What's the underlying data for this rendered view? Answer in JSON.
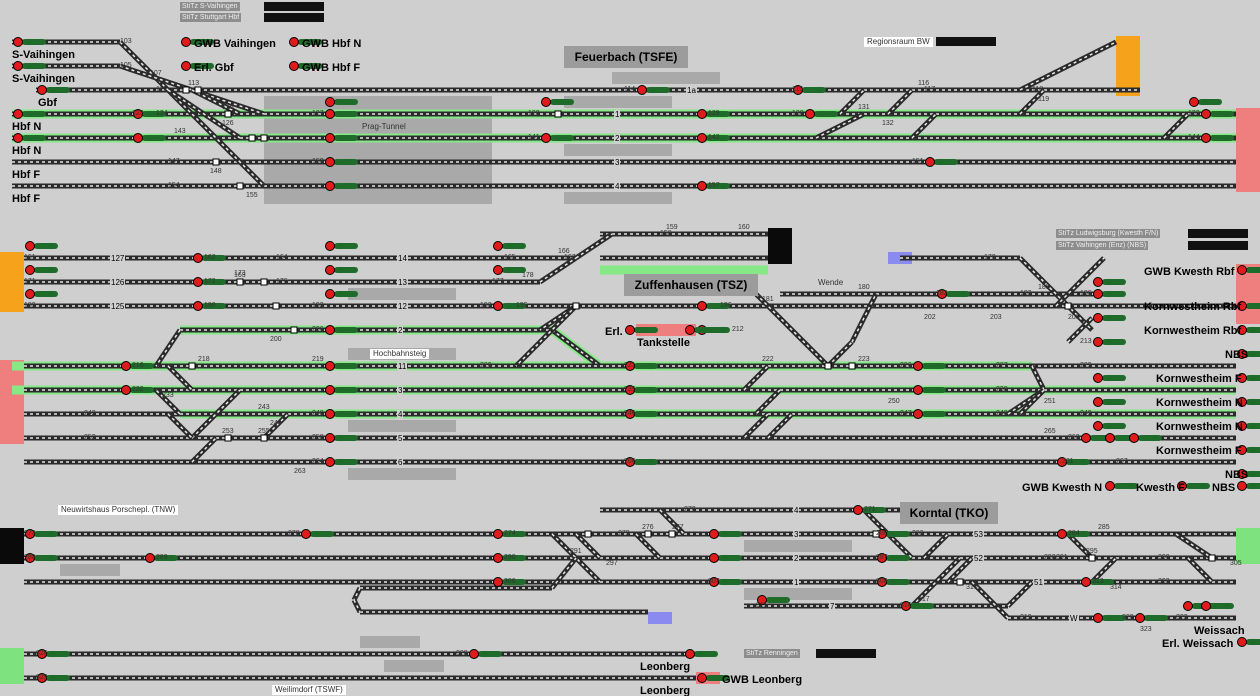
{
  "stations": {
    "feuerbach": "Feuerbach (TSFE)",
    "zuffenhausen": "Zuffenhausen (TSZ)",
    "korntal": "Korntal (TKO)"
  },
  "panels": {
    "stitz_svaihingen": "StiTz S-Vaihingen",
    "stitz_stuttgart": "StiTz Stuttgart Hbf",
    "regionsraum": "Regionsraum BW",
    "stitz_ludwigsburg": "StiTz Ludwigsburg (Kwesth F/N)",
    "stitz_vaihingen_enz": "StiTz Vaihingen (Enz) (NBS)",
    "stitz_renningen": "StiTz Renningen"
  },
  "areas": {
    "prag_tunnel": "Prag-Tunnel",
    "hochbahnsteig": "Hochbahnsteig",
    "neuwirtshaus": "Neuwirtshaus Porschepl. (TNW)",
    "weilimdorf": "Weilimdorf (TSWF)",
    "wende": "Wende"
  },
  "destinations": {
    "s_vaihingen_1": "S-Vaihingen",
    "s_vaihingen_2": "S-Vaihingen",
    "gbf": "Gbf",
    "hbf_n_1": "Hbf N",
    "hbf_n_2": "Hbf N",
    "hbf_f_1": "Hbf F",
    "hbf_f_2": "Hbf F",
    "gwb_vaihingen": "GWB Vaihingen",
    "erl_gbf": "Erl. Gbf",
    "gwb_hbf_n": "GWB Hbf N",
    "gwb_hbf_f": "GWB Hbf F",
    "gwb_kwesth_rbf": "GWB Kwesth Rbf",
    "kornwestheim_rbf_1": "Kornwestheim Rbf",
    "kornwestheim_rbf_2": "Kornwestheim Rbf",
    "nbs_1": "NBS",
    "kornwestheim_f_1": "Kornwestheim F",
    "kornwestheim_n_1": "Kornwestheim N",
    "kornwestheim_n_2": "Kornwestheim N",
    "kornwestheim_f_2": "Kornwestheim F",
    "nbs_2": "NBS",
    "gwb_kwesth_n": "GWB Kwesth N",
    "kwesth_f": "Kwesth F",
    "nbs_3": "NBS",
    "erl_tankstelle_a": "Erl.",
    "erl_tankstelle_b": "Tankstelle",
    "leonberg_1": "Leonberg",
    "leonberg_2": "Leonberg",
    "gwb_leonberg": "GWB Leonberg",
    "weissach": "Weissach",
    "erl_weissach": "Erl. Weissach"
  },
  "track_numbers": {
    "t1a": "1a",
    "t1": "1",
    "t2": "2",
    "t3": "3",
    "t4": "4",
    "z14": "14",
    "z13": "13",
    "z12": "12",
    "z2": "2",
    "z11": "11",
    "z3": "3",
    "z4": "4",
    "z5": "5",
    "z6": "6",
    "z127": "127",
    "z126": "126",
    "z125": "125",
    "k4": "4",
    "k3": "3",
    "k2": "2",
    "k1": "1",
    "k7": "7",
    "k53": "53",
    "k52": "52",
    "k51": "51",
    "kW": "W"
  },
  "signal_numbers": {
    "s103": "103",
    "s105": "105",
    "s107": "107",
    "s111": "111",
    "s113": "113",
    "s114": "114",
    "s115": "115",
    "s116": "116",
    "s117": "117",
    "s118": "118",
    "s119": "119",
    "s123": "123",
    "s124": "124",
    "s125": "125",
    "s126": "126",
    "s127": "127",
    "s128": "128",
    "s129": "129",
    "s130": "130",
    "s131": "131",
    "s132": "132",
    "s133": "133",
    "s141": "141",
    "s142": "142",
    "s143": "143",
    "s144": "144",
    "s147": "147",
    "s148": "148",
    "s150": "150",
    "s151": "151",
    "s154": "154",
    "s155": "155",
    "s157": "157",
    "s158": "158",
    "s159": "159",
    "s160": "160",
    "s161": "161",
    "s162": "162",
    "s163": "163",
    "s164": "164",
    "s165": "165",
    "s166": "166",
    "s167": "167",
    "s170": "170",
    "s171": "171",
    "s172": "172",
    "s173": "173",
    "s176": "176",
    "s177": "177",
    "s178": "178",
    "s180": "180",
    "s181": "181",
    "s182": "182",
    "s183": "183",
    "s185": "185",
    "s186": "186",
    "s189": "189",
    "s190": "190",
    "s192": "192",
    "s193": "193",
    "s195": "195",
    "s196": "196",
    "s200": "200",
    "s202": "202",
    "s203": "203",
    "s206": "206",
    "s208": "208",
    "s212": "212",
    "s213": "213",
    "s216": "216",
    "s218": "218",
    "s219": "219",
    "s220": "220",
    "s221": "221",
    "s222": "222",
    "s223": "223",
    "s226": "226",
    "s227": "227",
    "s229": "229",
    "s232": "232",
    "s233": "233",
    "s235": "235",
    "s238": "238",
    "s240": "240",
    "s242": "242",
    "s243": "243",
    "s244": "244",
    "s246": "246",
    "s247": "247",
    "s248": "248",
    "s249": "249",
    "s250": "250",
    "s251": "251",
    "s252": "252",
    "s253": "253",
    "s255": "255",
    "s258": "258",
    "s260": "260",
    "s261": "261",
    "s263": "263",
    "s264": "264",
    "s265": "265",
    "s266": "266",
    "s267": "267",
    "s270": "270",
    "s271": "271",
    "s273": "273",
    "s274": "274",
    "s276": "276",
    "s277": "277",
    "s278": "278",
    "s279": "279",
    "s280": "280",
    "s283": "283",
    "s284": "284",
    "s285": "285",
    "s287": "287",
    "s288": "288",
    "s289": "289",
    "s290": "290",
    "s291": "291",
    "s295": "295",
    "s297": "297",
    "s298": "298",
    "s300": "300",
    "s301": "301",
    "s303": "303",
    "s305": "305",
    "s306": "306",
    "s307": "307",
    "s308": "308",
    "s310": "310",
    "s313": "313",
    "s314": "314",
    "s315": "315",
    "s316": "316",
    "s317": "317",
    "s319": "319",
    "s320": "320",
    "s322": "322",
    "s323": "323",
    "s326": "326",
    "s328": "328",
    "s329": "329"
  },
  "colors": {
    "background": "#cfcfcf",
    "track": "#2a2a2a",
    "track_dash": "#e8e8e8",
    "route_set": "#86e886",
    "signal_red": "#e11b1b",
    "signal_green": "#1f6b2a",
    "edge_red": "#ef7f7f",
    "edge_orange": "#f7a21b",
    "edge_green": "#7ee27e",
    "edge_blue": "#8a8af0",
    "edge_black": "#0a0a0a",
    "station_box": "#9c9c9c",
    "tunnel_area": "#a9a9a9"
  }
}
